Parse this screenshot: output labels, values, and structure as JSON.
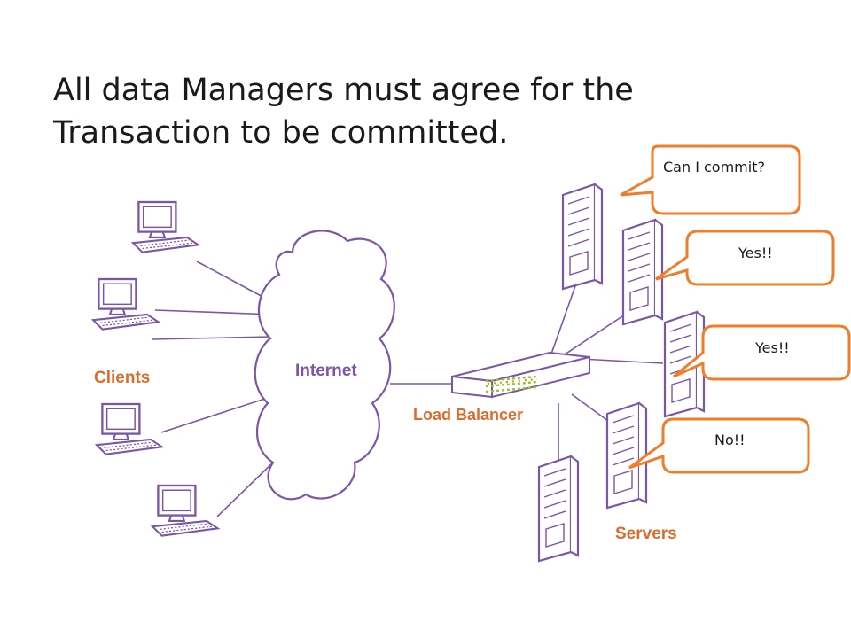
{
  "title": "All data Managers must agree for the Transaction to be committed.",
  "labels": {
    "clients": "Clients",
    "internet": "Internet",
    "load_balancer": "Load Balancer",
    "servers": "Servers"
  },
  "bubbles": {
    "question": "Can I commit?",
    "reply1": "Yes!!",
    "reply2": "Yes!!",
    "reply3": "No!!"
  },
  "colors": {
    "line_art": "#7b55a8",
    "label": "#e06a2c",
    "bubble_border": "#ef7d2a"
  },
  "icons": [
    "computer-icon",
    "cloud-icon",
    "load-balancer-icon",
    "server-icon"
  ]
}
